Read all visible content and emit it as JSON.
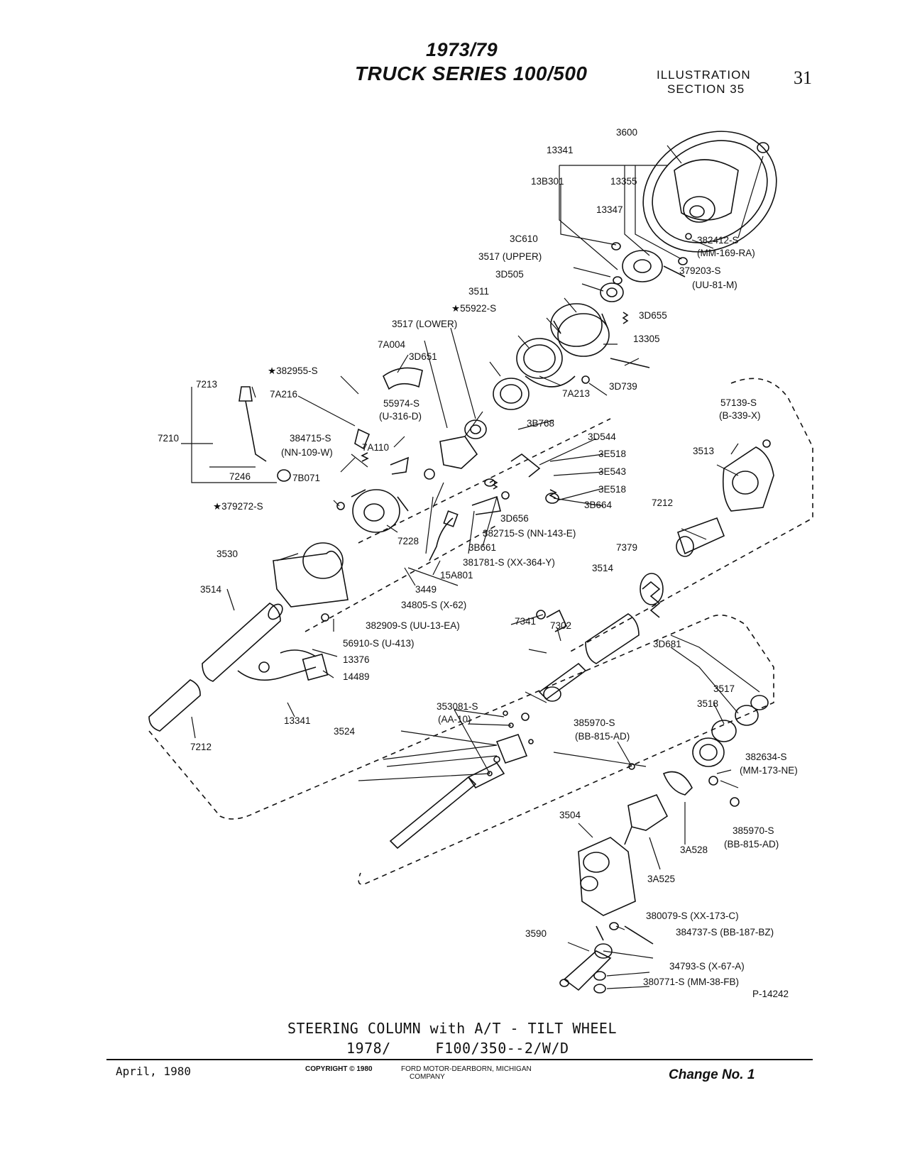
{
  "header": {
    "title_line1": "1973/79",
    "title_line2": "TRUCK SERIES 100/500",
    "illustration_line1": "ILLUSTRATION",
    "illustration_line2": "SECTION 35",
    "page_number": "31"
  },
  "diagram": {
    "part_labels": [
      "3600",
      "13341",
      "13B301",
      "13355",
      "13347",
      "382412-S",
      "(MM-169-RA)",
      "3C610",
      "3517 (UPPER)",
      "379203-S",
      "(UU-81-M)",
      "3D505",
      "3511",
      "3D655",
      "★55922-S",
      "3517 (LOWER)",
      "13305",
      "7A004",
      "3D651",
      "3D739",
      "7213",
      "★382955-S",
      "7A213",
      "57139-S",
      "(B-339-X)",
      "7A216",
      "55974-S",
      "(U-316-D)",
      "3B768",
      "3D544",
      "7210",
      "384715-S",
      "(NN-109-W)",
      "3513",
      "7A110",
      "3E518",
      "3E543",
      "7246",
      "7B071",
      "3E518",
      "7212",
      "★379272-S",
      "3B664",
      "3D656",
      "382715-S (NN-143-E)",
      "7228",
      "3B661",
      "7379",
      "3530",
      "381781-S (XX-364-Y)",
      "15A801",
      "3514",
      "3449",
      "3514",
      "34805-S (X-62)",
      "7341",
      "7302",
      "382909-S (UU-13-EA)",
      "56910-S (U-413)",
      "3D681",
      "13376",
      "3517",
      "14489",
      "3518",
      "353081-S",
      "(AA-10)",
      "3524",
      "13341",
      "385970-S",
      "(BB-815-AD)",
      "382634-S",
      "(MM-173-NE)",
      "7212",
      "385970-S",
      "(BB-815-AD)",
      "3504",
      "3A528",
      "3A525",
      "380079-S (XX-173-C)",
      "384737-S (BB-187-BZ)",
      "3590",
      "34793-S (X-67-A)",
      "380771-S (MM-38-FB)",
      "P-14242"
    ]
  },
  "caption": {
    "line1": "STEERING COLUMN with A/T - TILT WHEEL",
    "line2": "1978/     F100/350--2/W/D"
  },
  "footer": {
    "date": "April, 1980",
    "copyright": "COPYRIGHT © 1980",
    "company_line1": "FORD MOTOR-DEARBORN, MICHIGAN",
    "company_line2": "COMPANY",
    "change": "Change No. 1"
  }
}
